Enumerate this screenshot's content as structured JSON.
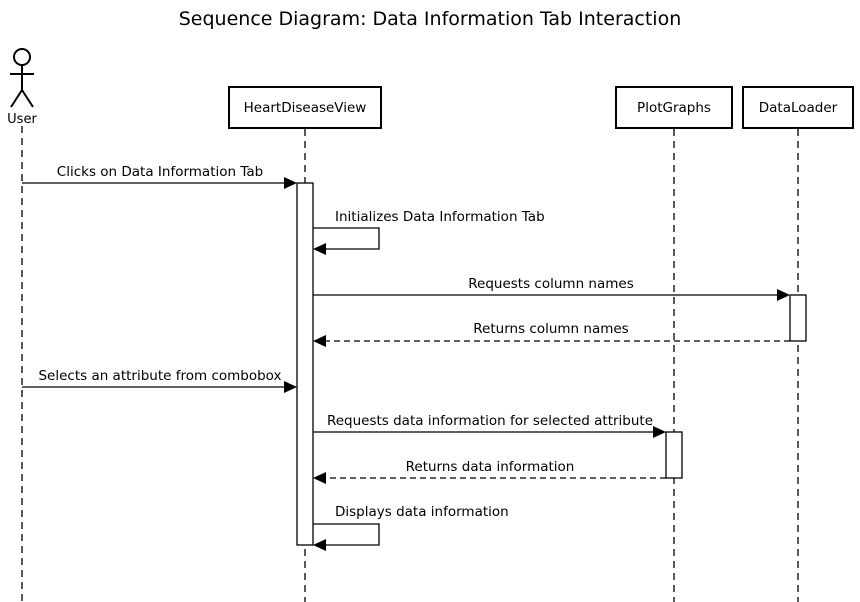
{
  "title": "Sequence Diagram: Data Information Tab Interaction",
  "actor": {
    "label": "User",
    "icon": "stick-figure-icon"
  },
  "participants": [
    {
      "id": "view",
      "label": "HeartDiseaseView"
    },
    {
      "id": "plot",
      "label": "PlotGraphs"
    },
    {
      "id": "loader",
      "label": "DataLoader"
    }
  ],
  "messages": [
    {
      "from": "user",
      "to": "view",
      "label": "Clicks on Data Information Tab",
      "kind": "sync"
    },
    {
      "from": "view",
      "to": "view",
      "label": "Initializes Data Information Tab",
      "kind": "self"
    },
    {
      "from": "view",
      "to": "loader",
      "label": "Requests column names",
      "kind": "sync"
    },
    {
      "from": "loader",
      "to": "view",
      "label": "Returns column names",
      "kind": "return"
    },
    {
      "from": "user",
      "to": "view",
      "label": "Selects an attribute from combobox",
      "kind": "sync"
    },
    {
      "from": "view",
      "to": "plot",
      "label": "Requests data information for selected attribute",
      "kind": "sync"
    },
    {
      "from": "plot",
      "to": "view",
      "label": "Returns data information",
      "kind": "return"
    },
    {
      "from": "view",
      "to": "view",
      "label": "Displays data information",
      "kind": "self"
    }
  ]
}
